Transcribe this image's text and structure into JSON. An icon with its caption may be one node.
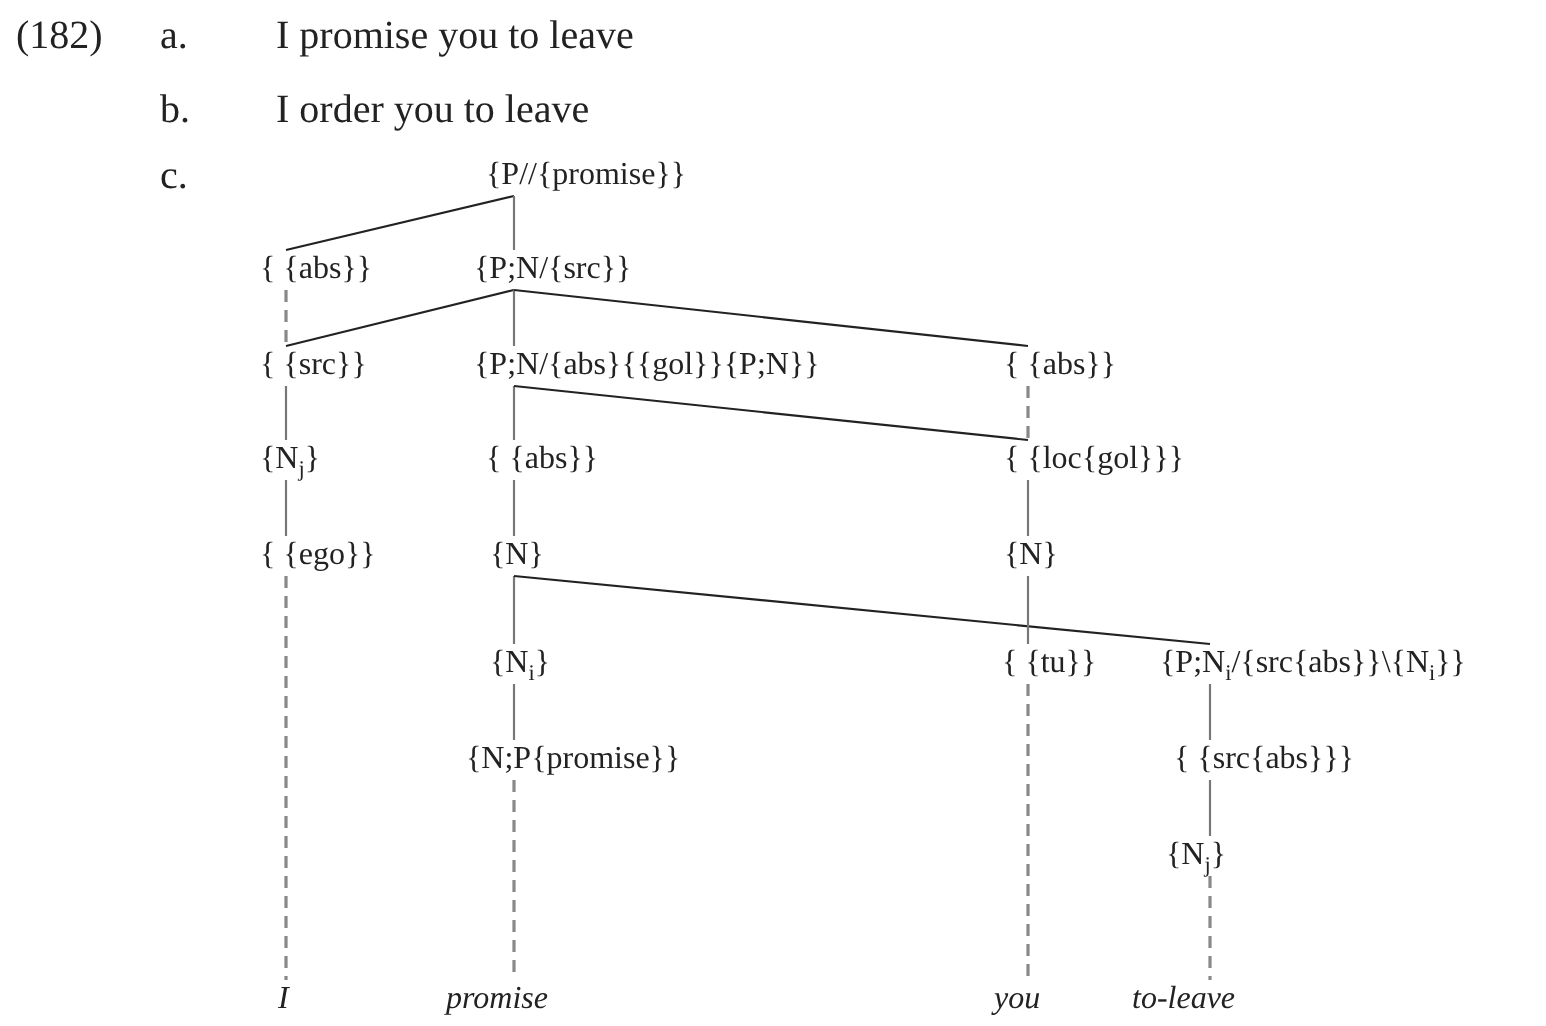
{
  "diagram": {
    "nodes": [
      {
        "text": [
          "{P//{promise}}"
        ]
      },
      {
        "text": [
          "{ {abs}}"
        ]
      },
      {
        "text": [
          "{P;N/{src}}"
        ]
      },
      {
        "text": [
          "{ {src}}"
        ]
      },
      {
        "text": [
          "{P;N/{abs}{{gol}}{P;N}}"
        ]
      },
      {
        "text": [
          "{ {abs}}"
        ]
      },
      {
        "text": [
          "{N$_{j}$}"
        ]
      },
      {
        "text": [
          "{ {abs}}"
        ]
      },
      {
        "text": [
          "{ {loc{gol}}}"
        ]
      },
      {
        "text": [
          "{ {ego}}"
        ]
      },
      {
        "text": [
          "{N}"
        ]
      },
      {
        "text": [
          "{N}"
        ]
      },
      {
        "text": [
          "{N$_{i}$}"
        ]
      },
      {
        "text": [
          "{ {tu}}"
        ]
      },
      {
        "text": [
          "{P;N$_{i}$/{src{abs}}\\{N$_{i}$}}"
        ]
      },
      {
        "text": [
          "{N;P{promise}}"
        ]
      },
      {
        "text": [
          "{ {src{abs}}}"
        ]
      },
      {
        "text": [
          "{N$_{j}$}"
        ]
      },
      {
        "text": [
          "I"
        ]
      },
      {
        "text": [
          "promise"
        ]
      },
      {
        "text": [
          "you"
        ]
      },
      {
        "text": [
          "to-leave"
        ]
      }
    ],
    "edges": [
      {
        "from": 0,
        "to": 1,
        "arrow": "none"
      },
      {
        "from": 0,
        "to": 2,
        "arrow": "none"
      },
      {
        "from": 1,
        "to": 3,
        "arrow": "none",
        "style": "dashed"
      },
      {
        "from": 2,
        "to": 3,
        "arrow": "none"
      },
      {
        "from": 2,
        "to": 4,
        "arrow": "none"
      },
      {
        "from": 2,
        "to": 5,
        "arrow": "none"
      },
      {
        "from": 3,
        "to": 6,
        "arrow": "none"
      },
      {
        "from": 4,
        "to": 7,
        "arrow": "none"
      },
      {
        "from": 4,
        "to": 8,
        "arrow": "none"
      },
      {
        "from": 5,
        "to": 8,
        "arrow": "none",
        "style": "dashed"
      },
      {
        "from": 6,
        "to": 9,
        "arrow": "none"
      },
      {
        "from": 7,
        "to": 10,
        "arrow": "none"
      },
      {
        "from": 8,
        "to": 11,
        "arrow": "none"
      },
      {
        "from": 9,
        "to": 18,
        "arrow": "none",
        "style": "dashed"
      },
      {
        "from": 10,
        "to": 12,
        "arrow": "none"
      },
      {
        "from": 10,
        "to": 14,
        "arrow": "none"
      },
      {
        "from": 11,
        "to": 13,
        "arrow": "none"
      },
      {
        "from": 12,
        "to": 15,
        "arrow": "none"
      },
      {
        "from": 13,
        "to": 20,
        "arrow": "none",
        "style": "dashed"
      },
      {
        "from": 14,
        "to": 16,
        "arrow": "none"
      },
      {
        "from": 15,
        "to": 19,
        "arrow": "none",
        "style": "dashed"
      },
      {
        "from": 16,
        "to": 17,
        "arrow": "none"
      },
      {
        "from": 17,
        "to": 21,
        "arrow": "none",
        "style": "dashed"
      }
    ],
    "labels": [
      "(182)",
      "a.",
      "I promise you to leave",
      "b.",
      "I order you to leave",
      "c."
    ]
  }
}
